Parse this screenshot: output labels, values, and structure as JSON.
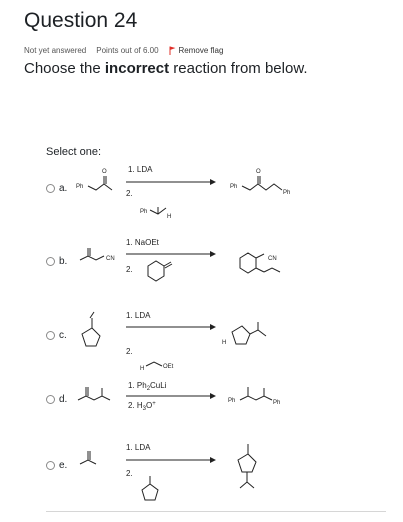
{
  "question": {
    "title": "Question 24",
    "status": "Not yet answered",
    "points": "Points out of 6.00",
    "remove_flag": "Remove flag",
    "prompt_pre": "Choose the ",
    "prompt_bold": "incorrect",
    "prompt_post": " reaction from below."
  },
  "select_one": "Select one:",
  "options": [
    {
      "letter": "a.",
      "step1": "1. LDA",
      "step2": "2."
    },
    {
      "letter": "b.",
      "step1": "1. NaOEt",
      "step2": "2."
    },
    {
      "letter": "c.",
      "step1": "1. LDA",
      "step2": "2."
    },
    {
      "letter": "d.",
      "step1": "1. Ph",
      "step1_sub": "2",
      "step1_tail": "CuLi",
      "step2": "2. H",
      "step2_sub": "3",
      "step2_tail": "O",
      "step2_sup": "+"
    },
    {
      "letter": "e.",
      "step1": "1. LDA",
      "step2": "2."
    }
  ],
  "labels": {
    "ph": "Ph",
    "h": "H",
    "cn": "CN",
    "o": "O",
    "oet": "OEt"
  },
  "colors": {
    "flag": "#e0302a",
    "text": "#1d2125",
    "meta": "#555555"
  }
}
